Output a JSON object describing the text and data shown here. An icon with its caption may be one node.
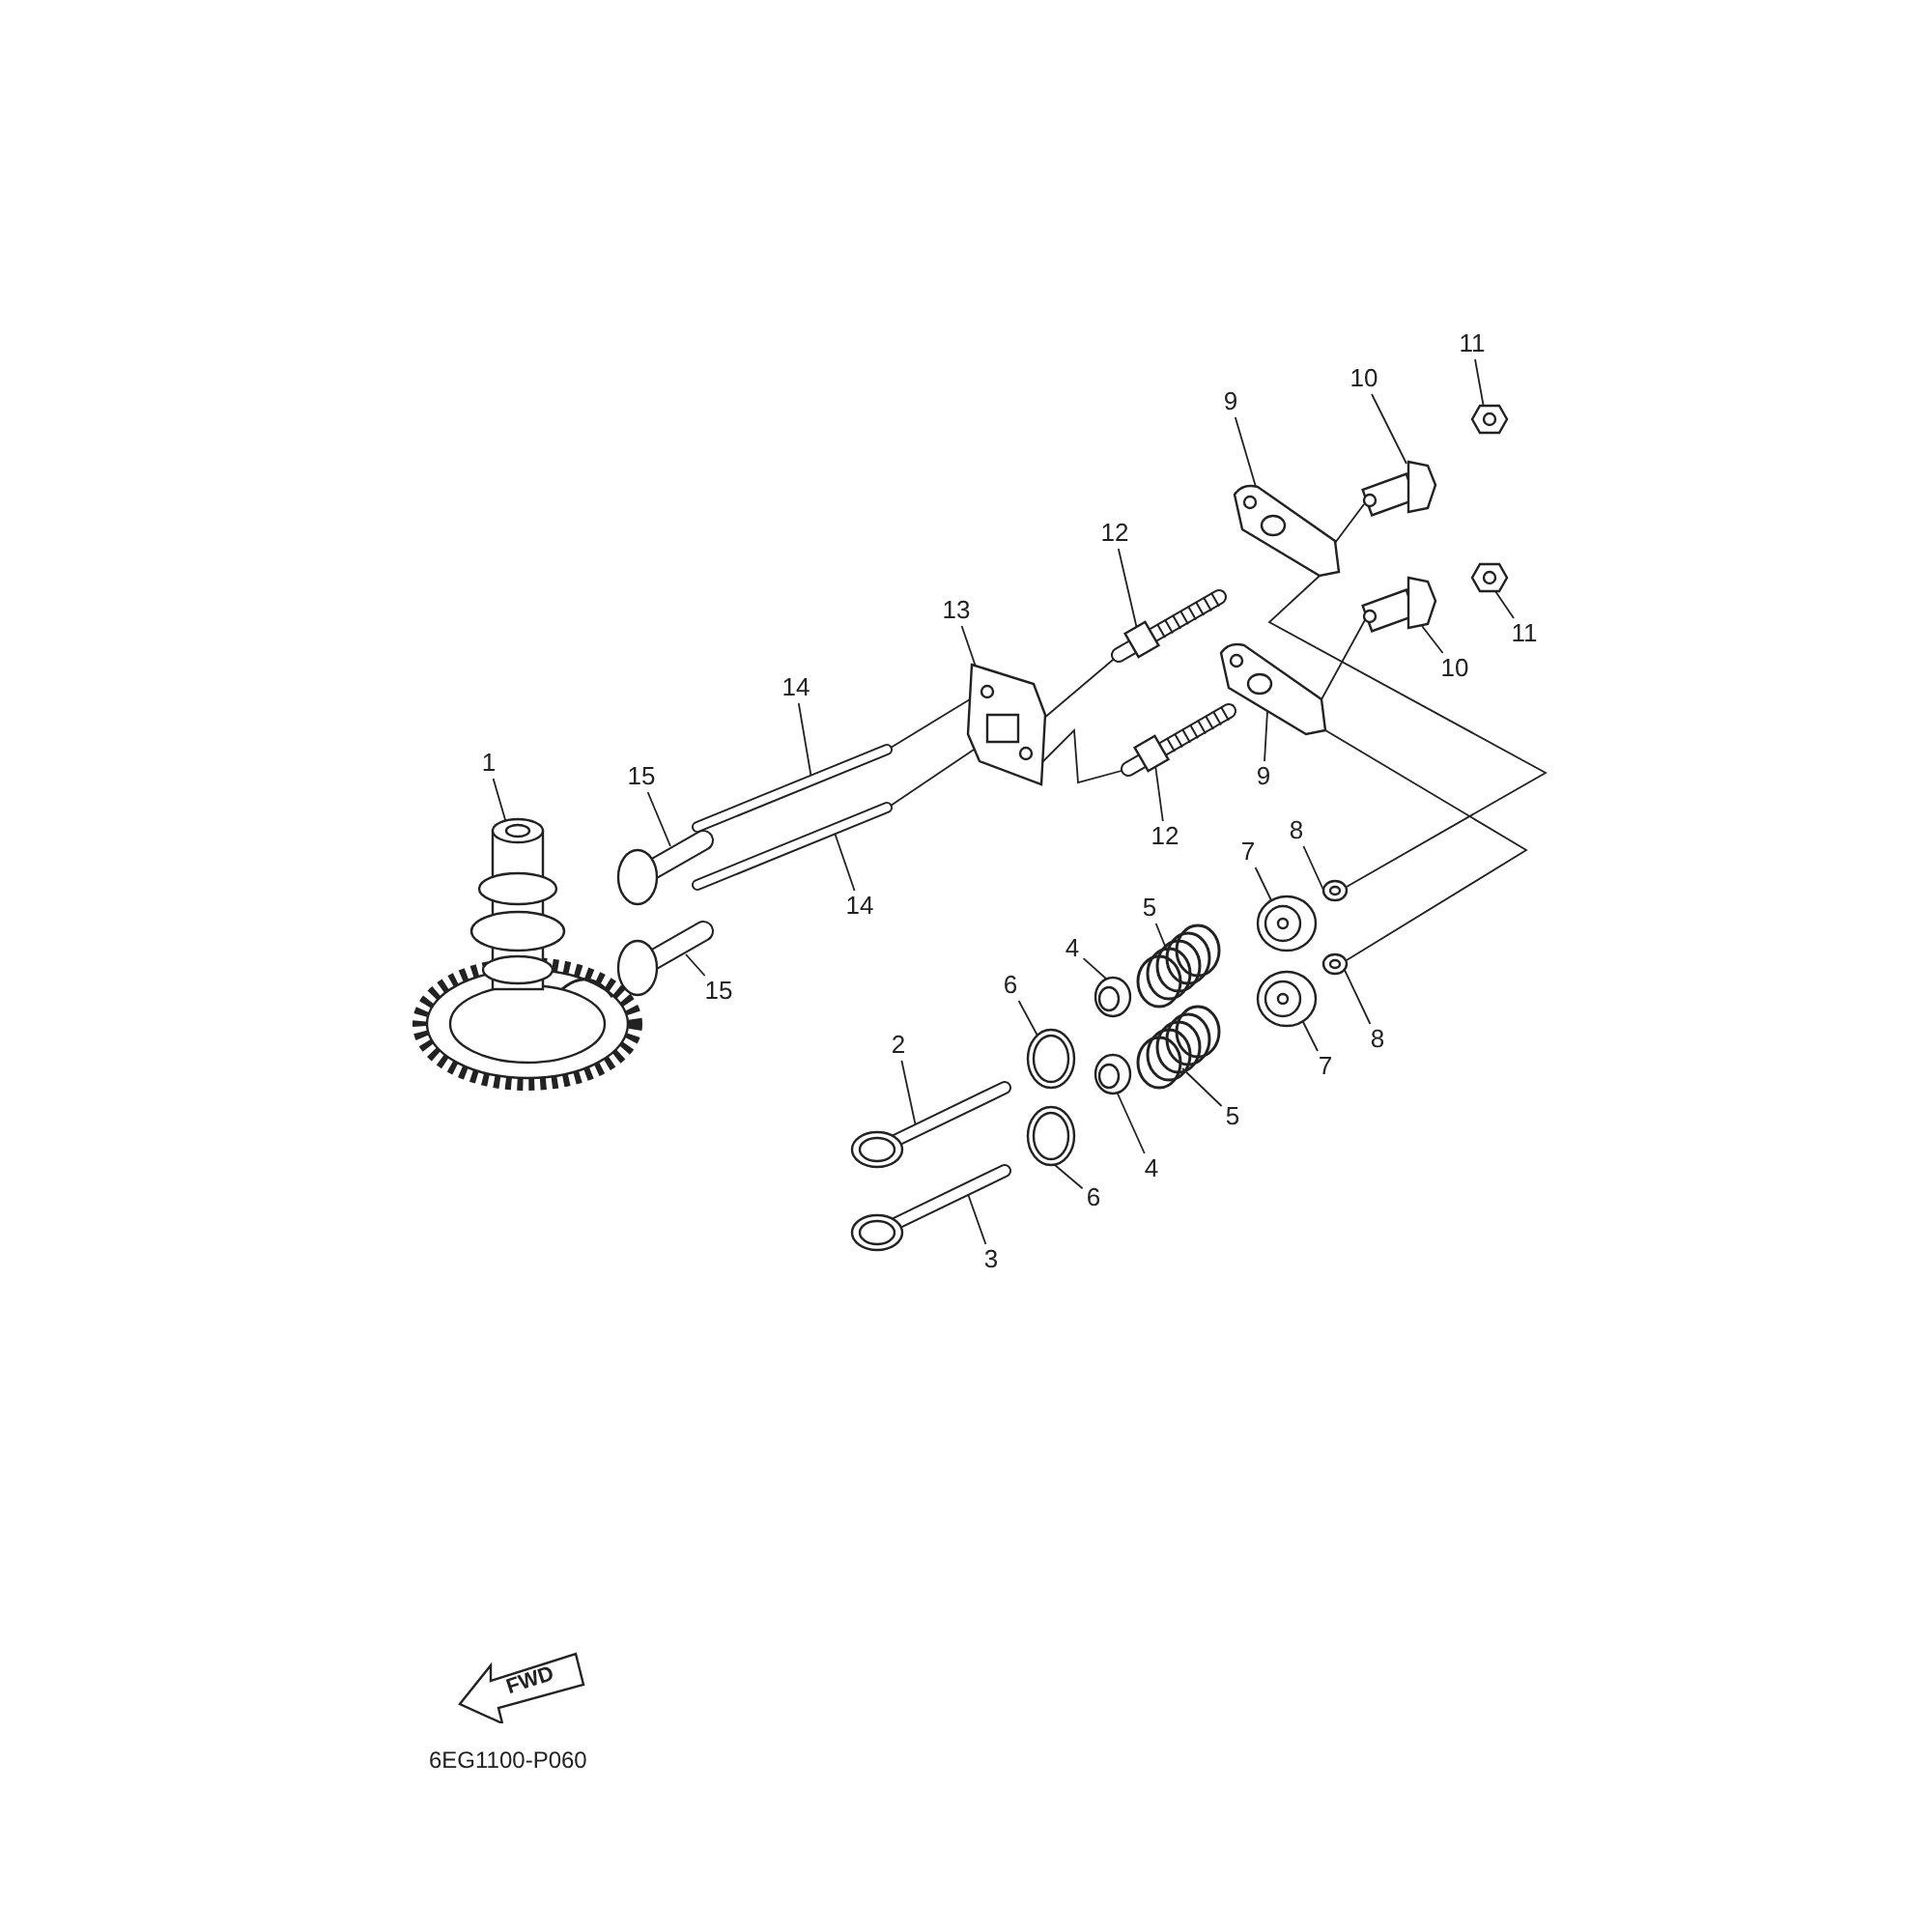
{
  "diagram": {
    "nodes": [
      {
        "text": [
          "1"
        ]
      },
      {
        "text": [
          "15"
        ]
      },
      {
        "text": [
          "14"
        ]
      },
      {
        "text": [
          "13"
        ]
      },
      {
        "text": [
          "12"
        ]
      },
      {
        "text": [
          "9"
        ]
      },
      {
        "text": [
          "10"
        ]
      },
      {
        "text": [
          "11"
        ]
      },
      {
        "text": [
          "11"
        ]
      },
      {
        "text": [
          "10"
        ]
      },
      {
        "text": [
          "9"
        ]
      },
      {
        "text": [
          "12"
        ]
      },
      {
        "text": [
          "14"
        ]
      },
      {
        "text": [
          "15"
        ]
      },
      {
        "text": [
          "8"
        ]
      },
      {
        "text": [
          "7"
        ]
      },
      {
        "text": [
          "5"
        ]
      },
      {
        "text": [
          "4"
        ]
      },
      {
        "text": [
          "6"
        ]
      },
      {
        "text": [
          "2"
        ]
      },
      {
        "text": [
          "3"
        ]
      },
      {
        "text": [
          "6"
        ]
      },
      {
        "text": [
          "4"
        ]
      },
      {
        "text": [
          "5"
        ]
      },
      {
        "text": [
          "7"
        ]
      },
      {
        "text": [
          "8"
        ]
      },
      {
        "text": [],
        "shape": "picture"
      },
      {
        "text": [],
        "shape": "picture"
      },
      {
        "text": [],
        "shape": "picture"
      },
      {
        "text": [],
        "shape": "picture"
      },
      {
        "text": [],
        "shape": "picture"
      },
      {
        "text": [],
        "shape": "picture"
      },
      {
        "text": [],
        "shape": "picture"
      },
      {
        "text": [],
        "shape": "picture"
      },
      {
        "text": [],
        "shape": "picture"
      },
      {
        "text": [],
        "shape": "picture"
      },
      {
        "text": [],
        "shape": "picture"
      },
      {
        "text": [],
        "shape": "picture"
      },
      {
        "text": [],
        "shape": "picture"
      },
      {
        "text": [],
        "shape": "picture"
      },
      {
        "text": [],
        "shape": "picture"
      },
      {
        "text": [],
        "shape": "picture"
      },
      {
        "text": [],
        "shape": "picture"
      },
      {
        "text": [],
        "shape": "picture"
      },
      {
        "text": [],
        "shape": "picture"
      },
      {
        "text": [],
        "shape": "picture"
      },
      {
        "text": [],
        "shape": "picture"
      },
      {
        "text": [],
        "shape": "picture"
      },
      {
        "text": [],
        "shape": "picture"
      },
      {
        "text": [],
        "shape": "picture"
      },
      {
        "text": [],
        "shape": "picture"
      },
      {
        "text": [],
        "shape": "picture"
      }
    ],
    "edges": [
      {
        "from": 0,
        "to": 26,
        "arrow": "none"
      },
      {
        "from": 1,
        "to": 27,
        "arrow": "none"
      },
      {
        "from": 2,
        "to": 28,
        "arrow": "none"
      },
      {
        "from": 3,
        "to": 29,
        "arrow": "none"
      },
      {
        "from": 4,
        "to": 30,
        "arrow": "none"
      },
      {
        "from": 5,
        "to": 31,
        "arrow": "none"
      },
      {
        "from": 6,
        "to": 32,
        "arrow": "none"
      },
      {
        "from": 7,
        "to": 33,
        "arrow": "none"
      },
      {
        "from": 8,
        "to": 34,
        "arrow": "none"
      },
      {
        "from": 9,
        "to": 35,
        "arrow": "none"
      },
      {
        "from": 10,
        "to": 36,
        "arrow": "none"
      },
      {
        "from": 11,
        "to": 37,
        "arrow": "none"
      },
      {
        "from": 12,
        "to": 38,
        "arrow": "none"
      },
      {
        "from": 13,
        "to": 39,
        "arrow": "none"
      },
      {
        "from": 14,
        "to": 40,
        "arrow": "none"
      },
      {
        "from": 15,
        "to": 41,
        "arrow": "none"
      },
      {
        "from": 16,
        "to": 42,
        "arrow": "none"
      },
      {
        "from": 17,
        "to": 43,
        "arrow": "none"
      },
      {
        "from": 18,
        "to": 44,
        "arrow": "none"
      },
      {
        "from": 19,
        "to": 45,
        "arrow": "none"
      },
      {
        "from": 20,
        "to": 46,
        "arrow": "none"
      },
      {
        "from": 21,
        "to": 47,
        "arrow": "none"
      },
      {
        "from": 22,
        "to": 48,
        "arrow": "none"
      },
      {
        "from": 23,
        "to": 49,
        "arrow": "none"
      },
      {
        "from": 24,
        "to": 50,
        "arrow": "none"
      },
      {
        "from": 25,
        "to": 51,
        "arrow": "none"
      },
      {
        "from": 28,
        "to": 29,
        "arrow": "none"
      },
      {
        "from": 38,
        "to": 29,
        "arrow": "none"
      },
      {
        "from": 29,
        "to": 30,
        "arrow": "none"
      },
      {
        "from": 29,
        "to": 37,
        "arrow": "none"
      },
      {
        "from": 31,
        "to": 32,
        "arrow": "none"
      },
      {
        "from": 36,
        "to": 35,
        "arrow": "none"
      },
      {
        "from": 31,
        "to": 40,
        "arrow": "none"
      },
      {
        "from": 36,
        "to": 51,
        "arrow": "none"
      }
    ],
    "labels": [
      "FWD",
      "6EG1100-P060"
    ]
  }
}
